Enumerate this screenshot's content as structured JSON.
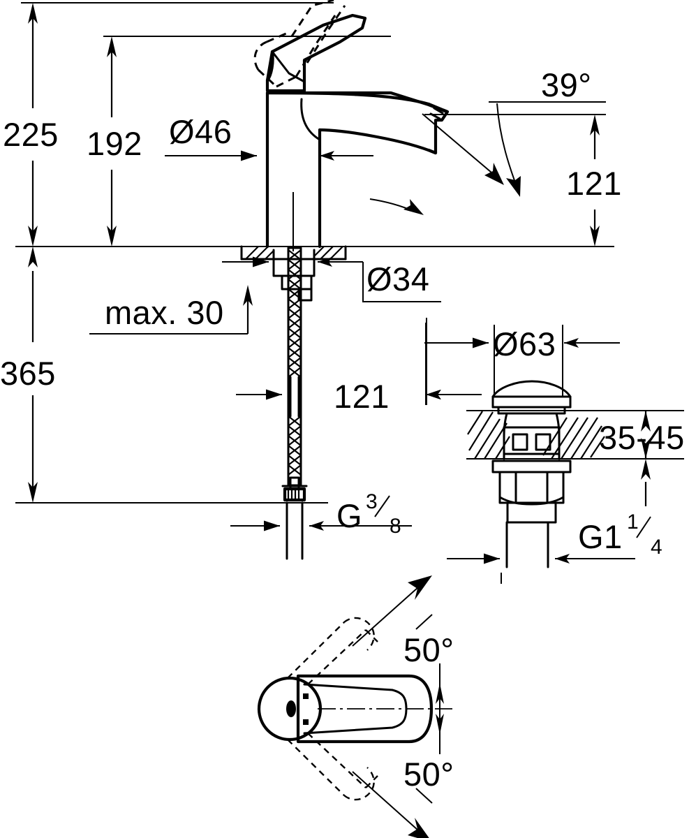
{
  "drawing": {
    "title": "Single-lever basin mixer technical dimension drawing",
    "units": "mm",
    "line_color": "#000000",
    "background_color": "#ffffff"
  },
  "views": {
    "elevation": {
      "name": "front-elevation-view",
      "dimensions": {
        "overall_height_above_deck": "225",
        "spout_outlet_height_upper": "192",
        "body_diameter": "Ø46",
        "base_diameter": "Ø34",
        "max_deck_thickness": "max. 30",
        "spout_reach": "121",
        "spout_outlet_height": "121",
        "total_length_below_deck": "365",
        "supply_thread": "G",
        "supply_thread_fraction_num": "3",
        "supply_thread_fraction_den": "8",
        "lever_swing_angle": "39°"
      }
    },
    "drain": {
      "name": "pop-up-drain-detail-view",
      "dimensions": {
        "cap_diameter": "Ø63",
        "basin_thickness_range": "35-45",
        "outlet_thread": "G1",
        "outlet_thread_fraction_num": "1",
        "outlet_thread_fraction_den": "4"
      }
    },
    "plan": {
      "name": "top-plan-lever-swivel-view",
      "dimensions": {
        "swivel_left": "50°",
        "swivel_right": "50°"
      }
    }
  },
  "labels": {
    "d225": "225",
    "d192": "192",
    "d46": "Ø46",
    "d34": "Ø34",
    "d39deg": "39°",
    "d121_right": "121",
    "dmax30": "max. 30",
    "d365": "365",
    "d121_center": "121",
    "g38_letter": "G",
    "g38_num": "3",
    "g38_den": "8",
    "d63": "Ø63",
    "d3545": "35-45",
    "g114_letter": "G1",
    "g114_num": "1",
    "g114_den": "4",
    "a50_top": "50°",
    "a50_bottom": "50°"
  }
}
